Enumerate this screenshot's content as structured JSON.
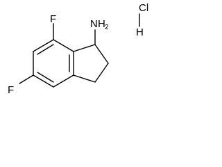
{
  "molecule": {
    "atoms": {
      "fluorine_top": "F",
      "fluorine_left": "F",
      "amine_n": "N",
      "amine_h": "H",
      "amine_h_count": "2",
      "chlorine": "Cl",
      "hydrogen": "H"
    }
  }
}
